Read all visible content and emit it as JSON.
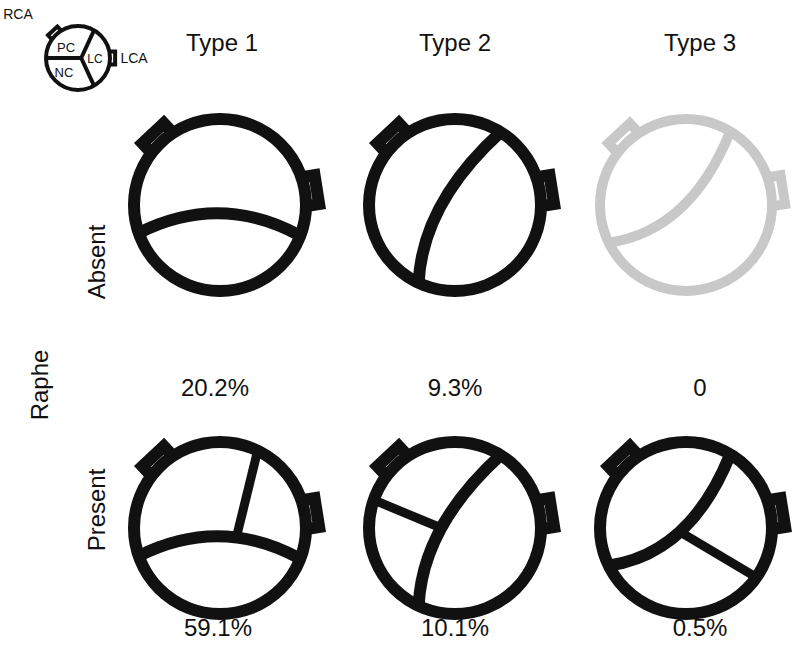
{
  "diagram": {
    "labels": [
      "RCA",
      "PC",
      "LC",
      "NC",
      "LCA",
      "Type 1",
      "Type 2",
      "Type 3",
      "Absent",
      "Raphe",
      "Present",
      "20.2%",
      "9.3%",
      "0",
      "59.1%",
      "10.1%",
      "0.5%"
    ]
  }
}
